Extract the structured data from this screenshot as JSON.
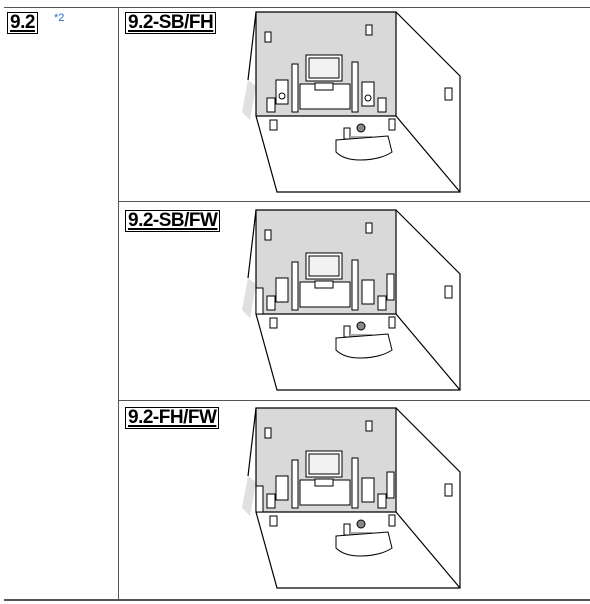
{
  "left_cell": {
    "label": "9.2",
    "footnote": "*2"
  },
  "layouts": [
    {
      "label": "9.2-SB/FH"
    },
    {
      "label": "9.2-SB/FW"
    },
    {
      "label": "9.2-FH/FW"
    }
  ]
}
